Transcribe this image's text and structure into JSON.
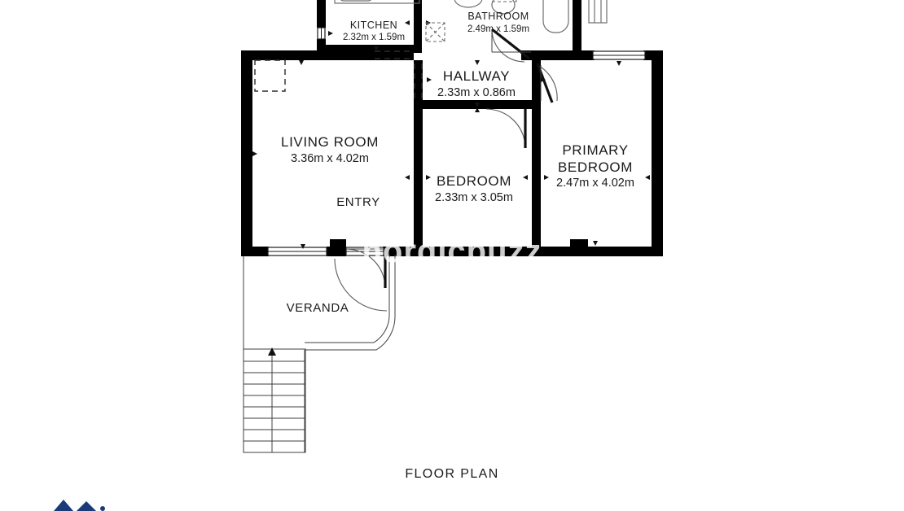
{
  "document": {
    "type": "floor-plan-drawing",
    "title": "FLOOR PLAN",
    "watermark_text": "nordicbuzz"
  },
  "rooms": [
    {
      "id": "kitchen",
      "name": "KITCHEN",
      "dimensions": "2.32m x 1.59m"
    },
    {
      "id": "bathroom",
      "name": "BATHROOM",
      "dimensions": "2.49m x 1.59m"
    },
    {
      "id": "hallway",
      "name": "HALLWAY",
      "dimensions": "2.33m x 0.86m"
    },
    {
      "id": "living",
      "name": "LIVING ROOM",
      "dimensions": "3.36m x 4.02m"
    },
    {
      "id": "bedroom",
      "name": "BEDROOM",
      "dimensions": "2.33m x 3.05m"
    },
    {
      "id": "primary1",
      "name": "PRIMARY",
      "dimensions": ""
    },
    {
      "id": "primary2",
      "name": "BEDROOM",
      "dimensions": "2.47m x 4.02m"
    }
  ],
  "areas": [
    {
      "id": "entry",
      "label": "ENTRY"
    },
    {
      "id": "veranda",
      "label": "VERANDA"
    }
  ],
  "colors": {
    "wall": "#000000",
    "background": "#ffffff",
    "text": "#1b1b1b",
    "logo_blue": "#1b3a78"
  }
}
